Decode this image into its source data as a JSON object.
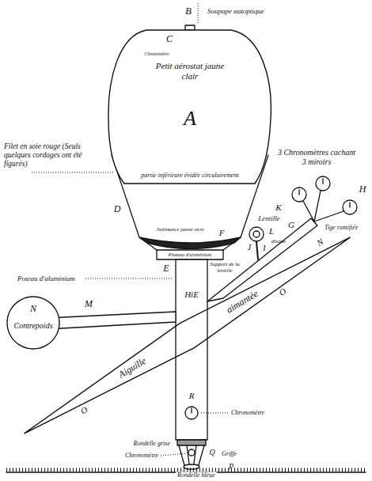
{
  "diagram": {
    "nodes": [
      {
        "text": [
          "Petit aérostat jaune clair",
          "A",
          "partie inférieure évidée circulairement"
        ]
      },
      {
        "text": [
          "N",
          "Contrepoids"
        ]
      },
      {
        "text": [
          "O",
          "Aiguille",
          "aimantée",
          "O",
          "N"
        ]
      }
    ],
    "labels": [
      "B",
      "Soupape autoptique",
      "C",
      "Chronomètre",
      "Filet en soie rouge (Seuls quelques cordages ont été figurés)",
      "D",
      "Substance jaune ocre",
      "F",
      "Plateau d'aluminium",
      "E",
      "HiE",
      "Poteau d'aluminium",
      "M",
      "3 Chronomètres cachant 3 miroirs",
      "H",
      "K",
      "Lentille",
      "J",
      "L",
      "disque",
      "I",
      "Support de la lentille",
      "Tige ramifiée",
      "G",
      "R",
      "Chronomètre",
      "Q",
      "Griffe",
      "P",
      "Rondelle grise",
      "Chronomètre",
      "Rondelle bleue"
    ]
  }
}
